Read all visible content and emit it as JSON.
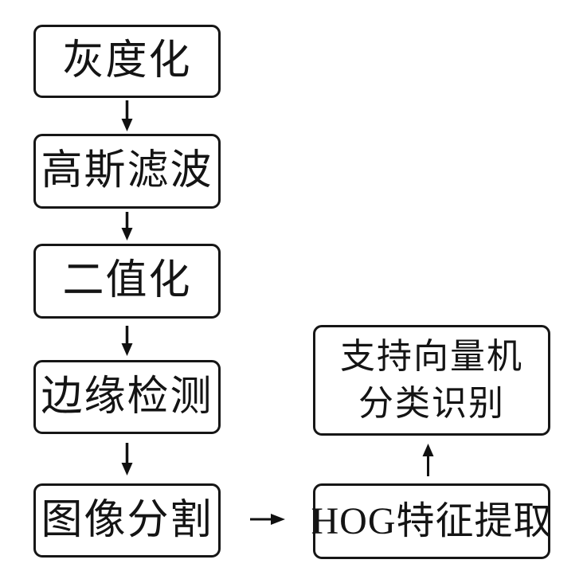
{
  "diagram": {
    "type": "flowchart",
    "background_color": "#ffffff",
    "ink_color": "#161616",
    "nodes": {
      "grayscale": {
        "label": "灰度化"
      },
      "gaussian": {
        "label": "高斯滤波"
      },
      "binarization": {
        "label": "二值化"
      },
      "edge_detection": {
        "label": "边缘检测"
      },
      "segmentation": {
        "label": "图像分割"
      },
      "hog": {
        "label": "HOG特征提取"
      },
      "svm": {
        "line1": "支持向量机",
        "line2": "分类识别"
      }
    },
    "edges": [
      {
        "from": "灰度化",
        "to": "高斯滤波",
        "direction": "down"
      },
      {
        "from": "高斯滤波",
        "to": "二值化",
        "direction": "down"
      },
      {
        "from": "二值化",
        "to": "边缘检测",
        "direction": "down"
      },
      {
        "from": "边缘检测",
        "to": "图像分割",
        "direction": "down"
      },
      {
        "from": "图像分割",
        "to": "HOG特征提取",
        "direction": "right"
      },
      {
        "from": "HOG特征提取",
        "to": "支持向量机分类识别",
        "direction": "up"
      }
    ]
  }
}
